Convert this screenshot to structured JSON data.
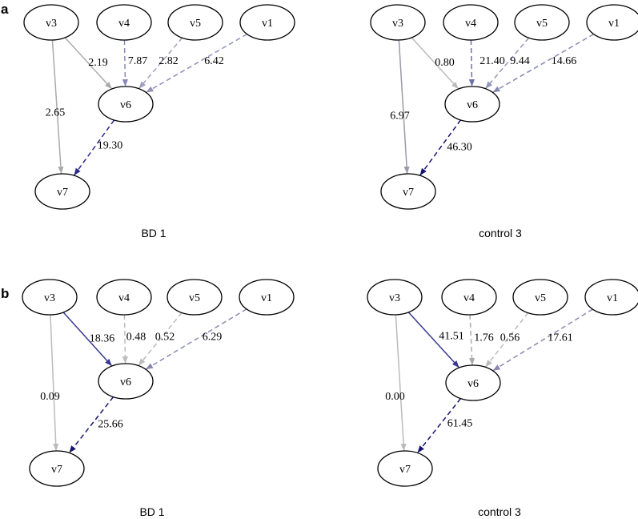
{
  "panels": [
    {
      "letter": "a",
      "graphs": [
        {
          "caption": "BD 1",
          "nodes": [
            "v3",
            "v4",
            "v5",
            "v1",
            "v6",
            "v7"
          ],
          "edges": [
            {
              "from": "v3",
              "to": "v6",
              "weight": "2.19",
              "style": "solid",
              "color": "#aaaaaa"
            },
            {
              "from": "v4",
              "to": "v6",
              "weight": "7.87",
              "style": "dashed",
              "color": "#8888bb"
            },
            {
              "from": "v5",
              "to": "v6",
              "weight": "2.82",
              "style": "dashed",
              "color": "#a0a0c0"
            },
            {
              "from": "v1",
              "to": "v6",
              "weight": "6.42",
              "style": "dashed",
              "color": "#9090bb"
            },
            {
              "from": "v3",
              "to": "v7",
              "weight": "2.65",
              "style": "solid",
              "color": "#aaaaaa"
            },
            {
              "from": "v6",
              "to": "v7",
              "weight": "19.30",
              "style": "dashed",
              "color": "#2a2a8a"
            }
          ]
        },
        {
          "caption": "control 3",
          "nodes": [
            "v3",
            "v4",
            "v5",
            "v1",
            "v6",
            "v7"
          ],
          "edges": [
            {
              "from": "v3",
              "to": "v6",
              "weight": "0.80",
              "style": "solid",
              "color": "#bbbbbb"
            },
            {
              "from": "v4",
              "to": "v6",
              "weight": "21.40",
              "style": "dashed",
              "color": "#7070aa"
            },
            {
              "from": "v5",
              "to": "v6",
              "weight": "9.44",
              "style": "dashed",
              "color": "#9595bb"
            },
            {
              "from": "v1",
              "to": "v6",
              "weight": "14.66",
              "style": "dashed",
              "color": "#8888b0"
            },
            {
              "from": "v3",
              "to": "v7",
              "weight": "6.97",
              "style": "solid",
              "color": "#9a9aaa"
            },
            {
              "from": "v6",
              "to": "v7",
              "weight": "46.30",
              "style": "dashed",
              "color": "#151570"
            }
          ]
        }
      ]
    },
    {
      "letter": "b",
      "graphs": [
        {
          "caption": "BD 1",
          "nodes": [
            "v3",
            "v4",
            "v5",
            "v1",
            "v6",
            "v7"
          ],
          "edges": [
            {
              "from": "v3",
              "to": "v6",
              "weight": "18.36",
              "style": "solid",
              "color": "#3a3a90"
            },
            {
              "from": "v4",
              "to": "v6",
              "weight": "0.48",
              "style": "dashed",
              "color": "#bbbbbb"
            },
            {
              "from": "v5",
              "to": "v6",
              "weight": "0.52",
              "style": "dashed",
              "color": "#bbbbbb"
            },
            {
              "from": "v1",
              "to": "v6",
              "weight": "6.29",
              "style": "dashed",
              "color": "#8888b0"
            },
            {
              "from": "v3",
              "to": "v7",
              "weight": "0.09",
              "style": "solid",
              "color": "#bbbbbb"
            },
            {
              "from": "v6",
              "to": "v7",
              "weight": "25.66",
              "style": "dashed",
              "color": "#151570"
            }
          ]
        },
        {
          "caption": "control 3",
          "nodes": [
            "v3",
            "v4",
            "v5",
            "v1",
            "v6",
            "v7"
          ],
          "edges": [
            {
              "from": "v3",
              "to": "v6",
              "weight": "41.51",
              "style": "solid",
              "color": "#3a3a90"
            },
            {
              "from": "v4",
              "to": "v6",
              "weight": "1.76",
              "style": "dashed",
              "color": "#aaaaaa"
            },
            {
              "from": "v5",
              "to": "v6",
              "weight": "0.56",
              "style": "dashed",
              "color": "#bbbbbb"
            },
            {
              "from": "v1",
              "to": "v6",
              "weight": "17.61",
              "style": "dashed",
              "color": "#8888b0"
            },
            {
              "from": "v3",
              "to": "v7",
              "weight": "0.00",
              "style": "solid",
              "color": "#bbbbbb"
            },
            {
              "from": "v6",
              "to": "v7",
              "weight": "61.45",
              "style": "dashed",
              "color": "#151570"
            }
          ]
        }
      ]
    }
  ]
}
